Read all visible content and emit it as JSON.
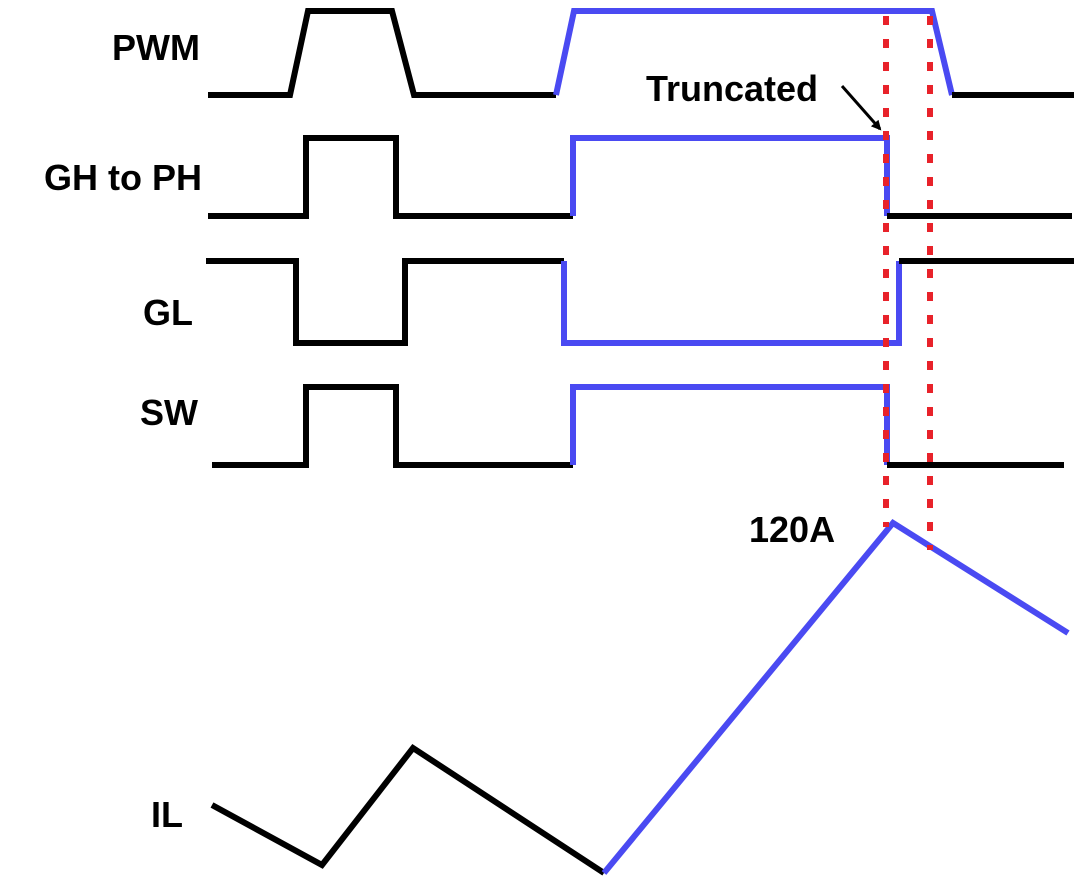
{
  "colors": {
    "normal_trace": "#000000",
    "highlight_trace": "#4a4af2",
    "marker": "#e8222a"
  },
  "signals": {
    "pwm": {
      "label": "PWM"
    },
    "gh_to_ph": {
      "label": "GH to PH"
    },
    "gl": {
      "label": "GL"
    },
    "sw": {
      "label": "SW"
    },
    "il": {
      "label": "IL"
    }
  },
  "annotations": {
    "truncated": "Truncated",
    "peak_current": "120A"
  }
}
